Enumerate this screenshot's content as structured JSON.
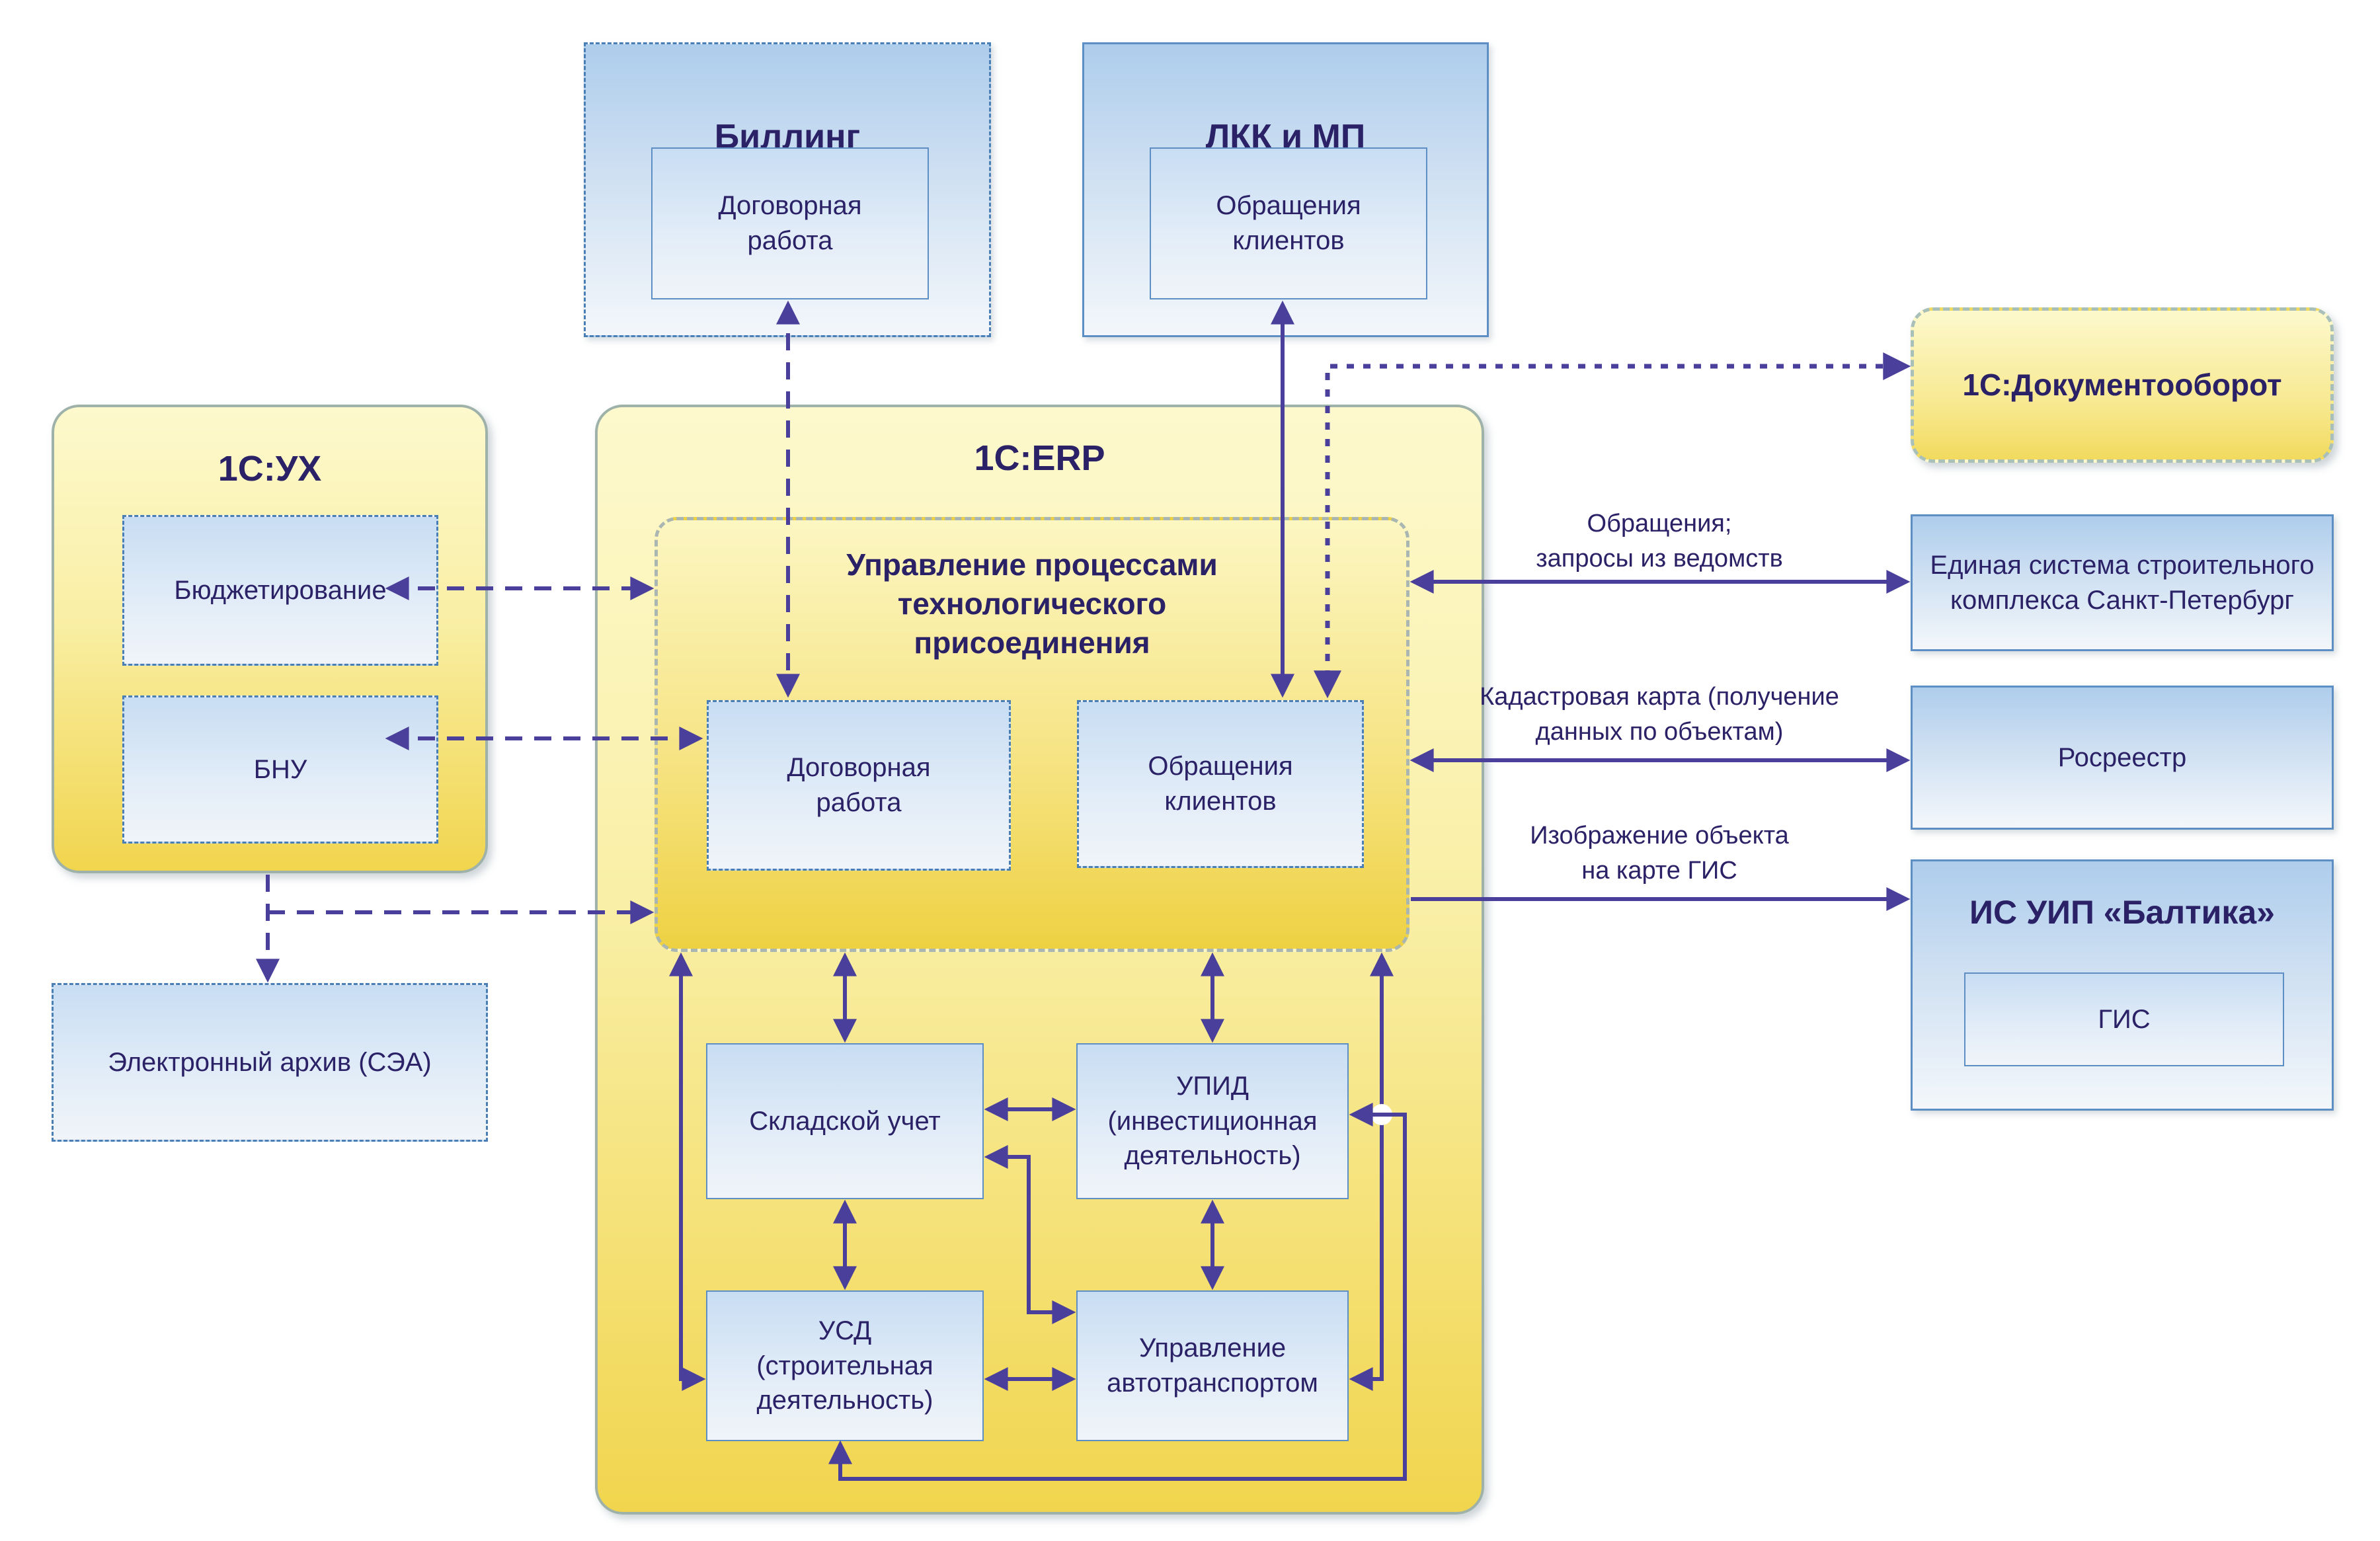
{
  "palette": {
    "text_navy": "#2a2166",
    "arrow_purple": "#4a3f9b",
    "yellow_top": "#fdf9cd",
    "yellow_bottom": "#f1d54e",
    "blue_top": "#aecdec",
    "blue_bottom": "#f3f7fb",
    "sage_border": "#9fb2a9",
    "blue_border": "#5d8fc4"
  },
  "blocks": {
    "billing": {
      "title": "Биллинг",
      "inner": "Договорная\nработа"
    },
    "lkk": {
      "title": "ЛКК и МП",
      "inner": "Обращения\nклиентов"
    },
    "uh": {
      "title": "1С:УХ",
      "budget": "Бюджетирование",
      "bnu": "БНУ"
    },
    "erp": {
      "title": "1С:ERP",
      "process_title": "Управление процессами\nтехнологического\nприсоединения",
      "dogovor": "Договорная\nработа",
      "obrash": "Обращения\nклиентов",
      "sklad": "Складской учет",
      "upid": "УПИД\n(инвестиционная\nдеятельность)",
      "usd": "УСД\n(строительная\nдеятельность)",
      "avto": "Управление\nавтотранспортом"
    },
    "doc": {
      "title": "1С:Документооборот"
    },
    "unified": {
      "title": "Единая система строительного\nкомплекса Санкт-Петербург"
    },
    "rosreestr": {
      "title": "Росреестр"
    },
    "baltika": {
      "title": "ИС УИП «Балтика»",
      "inner": "ГИС"
    },
    "sea": {
      "title": "Электронный архив (СЭА)"
    }
  },
  "arrow_labels": {
    "to_unified": "Обращения;\nзапросы из ведомств",
    "to_rosreestr": "Кадастровая карта (получение\nданных по объектам)",
    "to_baltika": "Изображение объекта\nна карте ГИС"
  }
}
